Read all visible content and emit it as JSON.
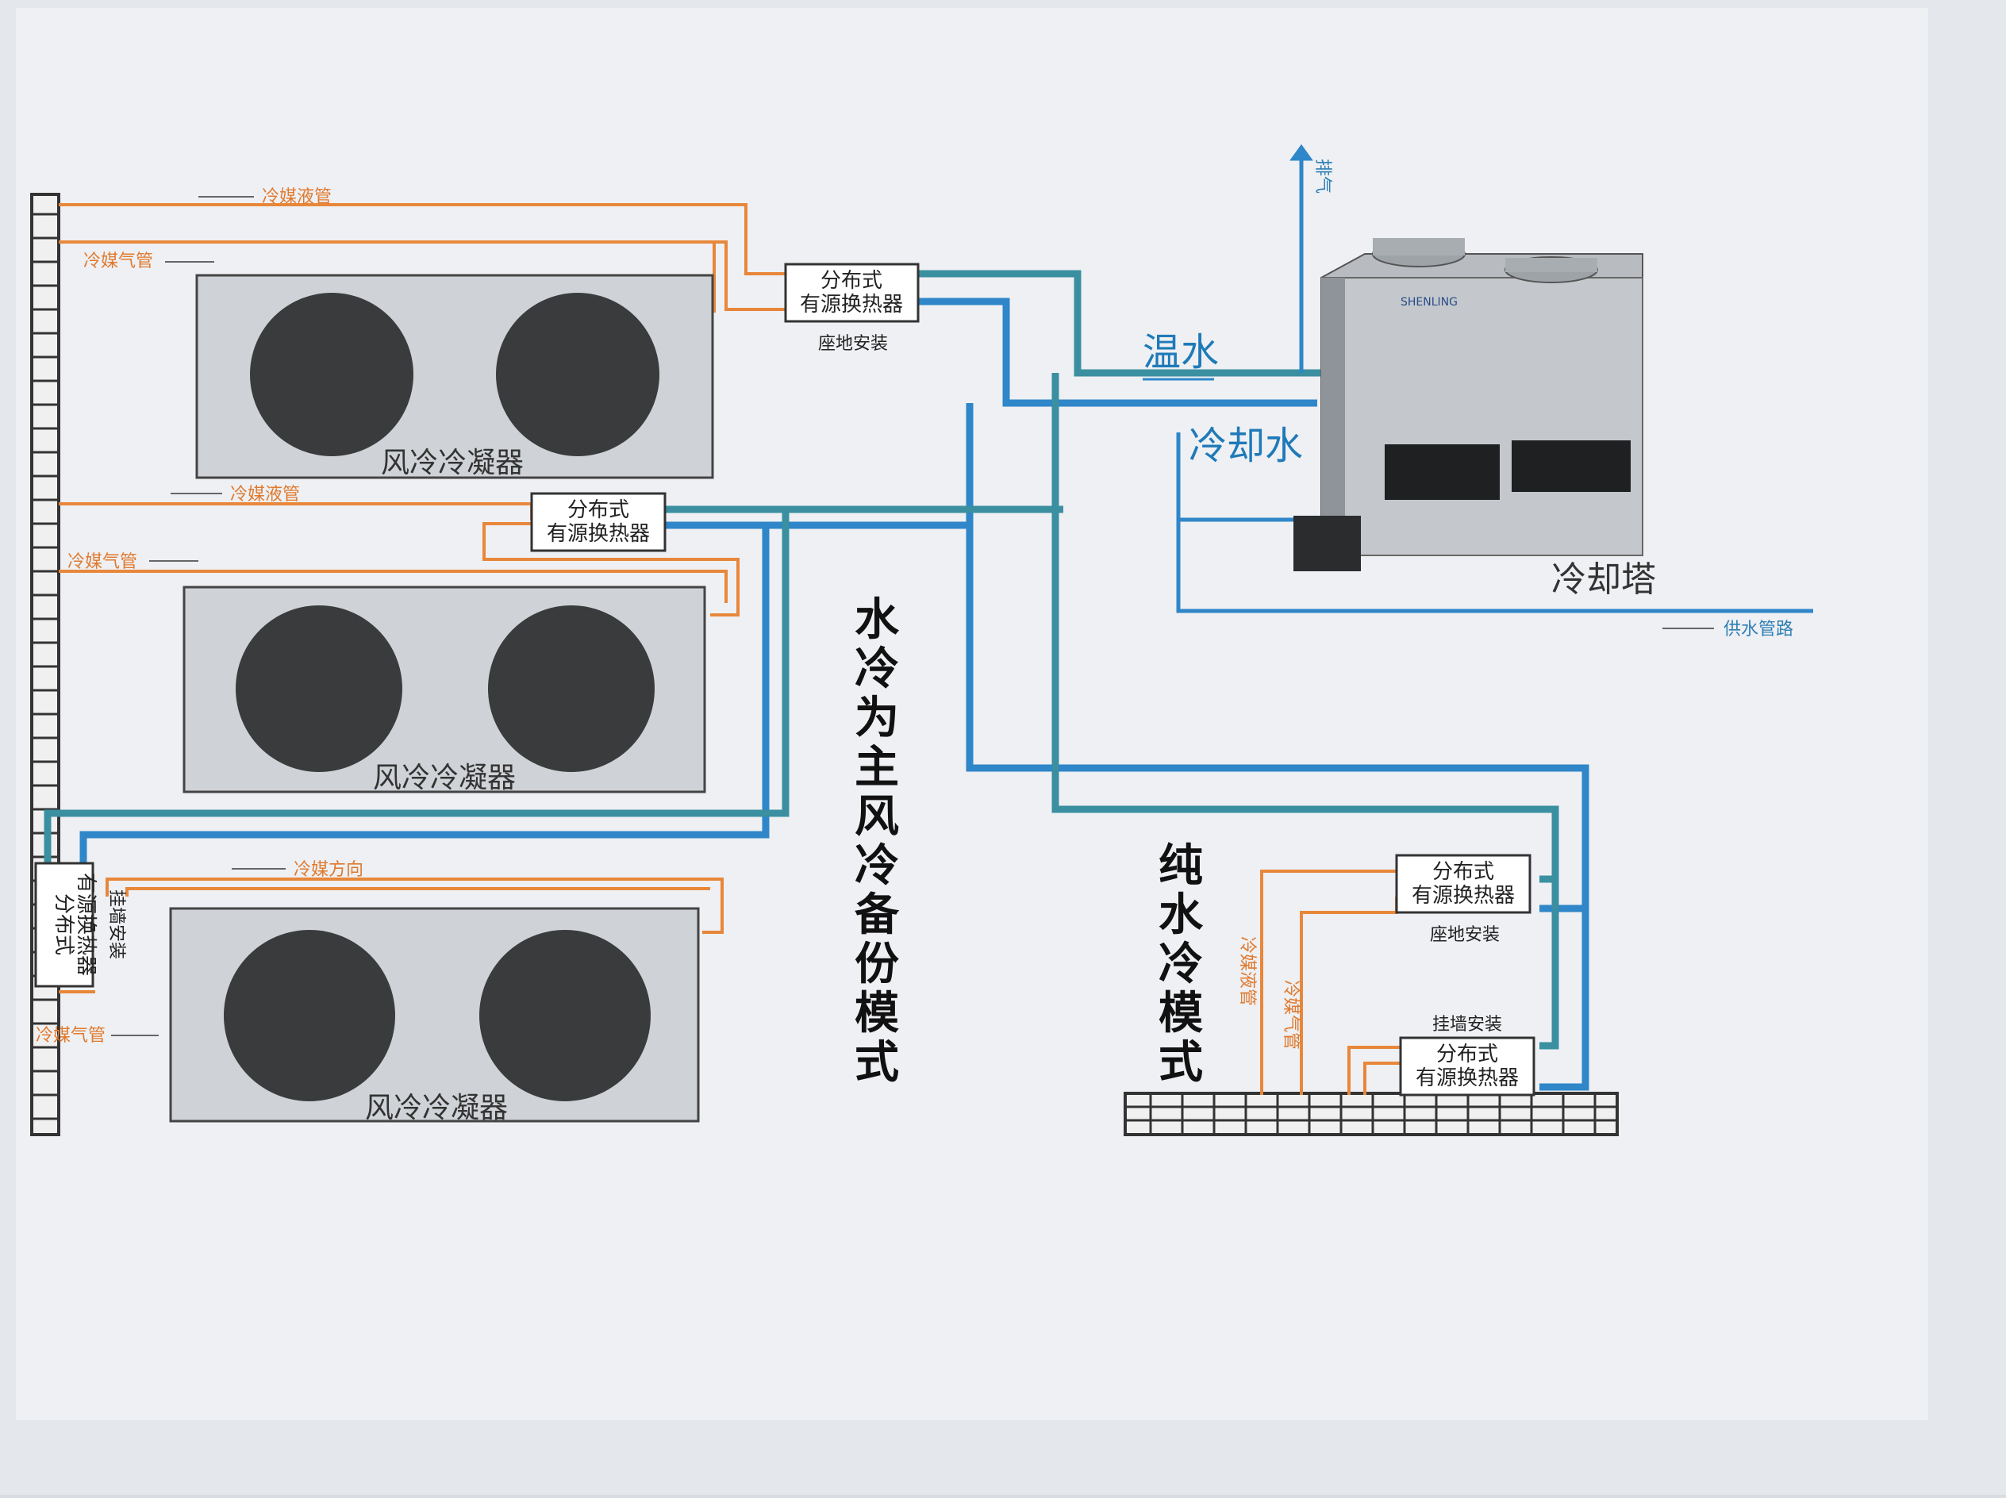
{
  "labels": {
    "refrigerant_liquid_pipe": "冷媒液管",
    "refrigerant_gas_pipe": "冷媒气管",
    "refrigerant_direction": "冷媒方向",
    "hx_line1": "分布式",
    "hx_line2": "有源换热器",
    "floor_install": "座地安装",
    "wall_install": "挂墙安装",
    "condenser": "风冷冷凝器",
    "warm_water": "温水",
    "cooling_water": "冷却水",
    "cooling_tower": "冷却塔",
    "exhaust": "排气",
    "supply_pipe": "供水管路",
    "tower_brand": "SHENLING"
  },
  "modes": {
    "backup_mode": [
      "水",
      "冷",
      "为",
      "主",
      "风",
      "冷",
      "备",
      "份",
      "模",
      "式"
    ],
    "pure_water_mode": [
      "纯",
      "水",
      "冷",
      "模",
      "式"
    ]
  },
  "colors": {
    "orange_pipe": "#e8873a",
    "blue_pipe": "#2f86c8",
    "teal_pipe": "#3a8fa0",
    "wall": "#3a3a3a"
  }
}
